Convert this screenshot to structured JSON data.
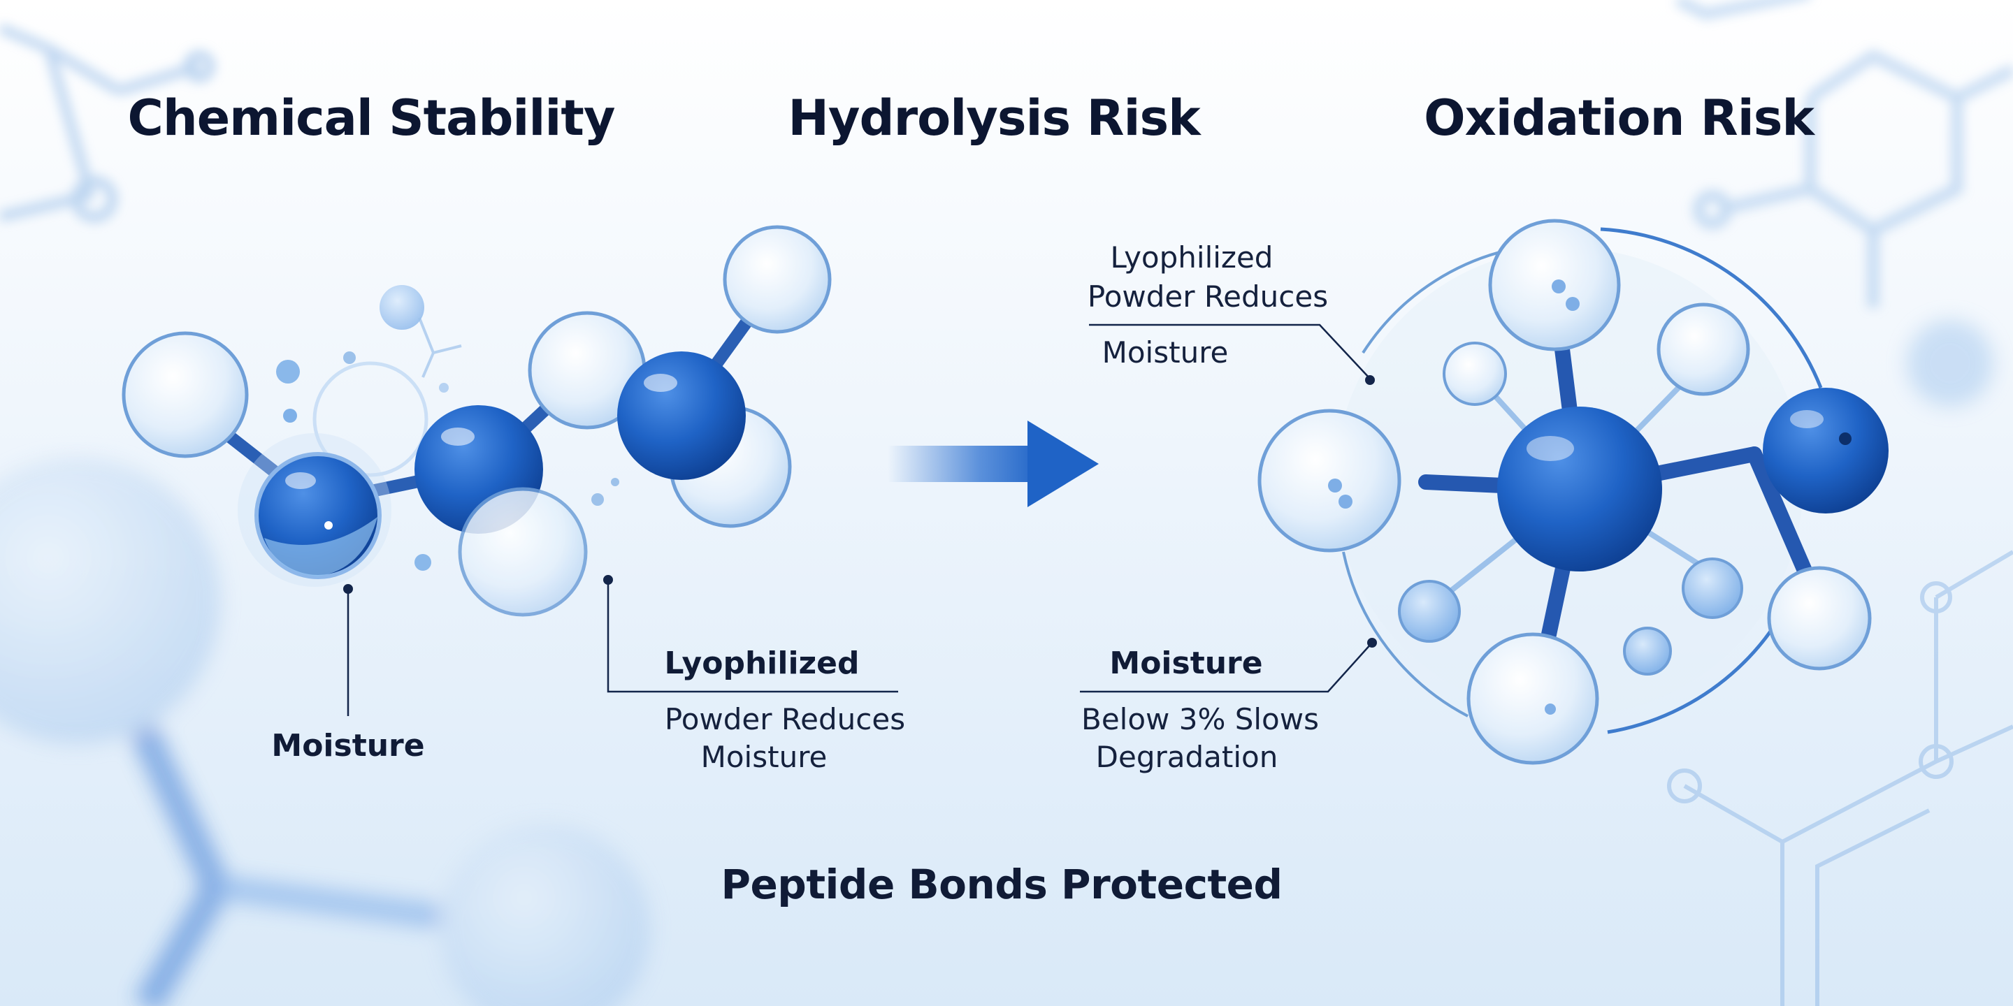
{
  "headings": {
    "chemical_stability": "Chemical Stability",
    "hydrolysis_risk": "Hydrolysis Risk",
    "oxidation_risk": "Oxidation Risk"
  },
  "left_annotations": {
    "moisture": "Moisture",
    "lyophilized_title": "Lyophilized",
    "lyophilized_line1": "Powder Reduces",
    "lyophilized_line2": "Moisture"
  },
  "right_annotations": {
    "top_line1": "Lyophilized",
    "top_line2": "Powder Reduces",
    "top_line3": "Moisture",
    "moisture_title": "Moisture",
    "moisture_line1": "Below 3% Slows",
    "moisture_line2": "Degradation"
  },
  "footer": "Peptide Bonds Protected",
  "colors": {
    "atom_dark": "#1f63c6",
    "atom_light": "#dcebfa",
    "line": "#13254a",
    "background": "#f2f8fd"
  }
}
